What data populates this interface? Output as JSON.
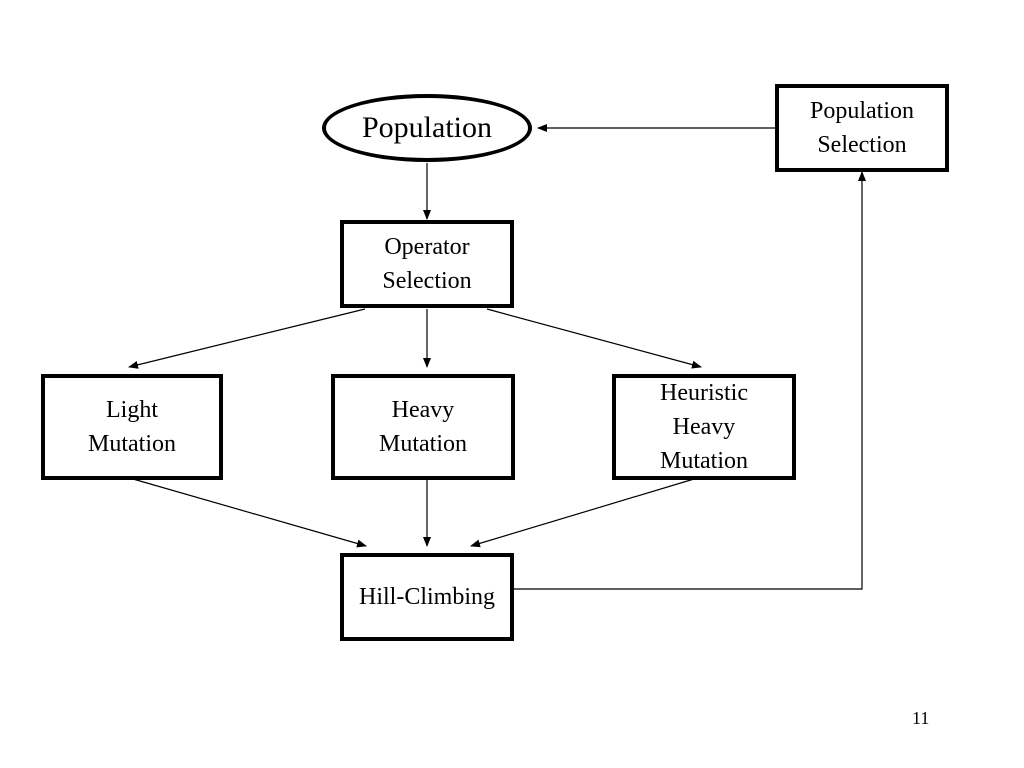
{
  "nodes": {
    "population": {
      "label": "Population"
    },
    "population_selection": {
      "lines": [
        "Population",
        "Selection"
      ]
    },
    "operator_selection": {
      "lines": [
        "Operator",
        "Selection"
      ]
    },
    "light_mutation": {
      "lines": [
        "Light",
        "Mutation"
      ]
    },
    "heavy_mutation": {
      "lines": [
        "Heavy",
        "Mutation"
      ]
    },
    "heuristic_heavy_mutation": {
      "lines": [
        "Heuristic",
        "Heavy",
        "Mutation"
      ]
    },
    "hill_climbing": {
      "label": "Hill-Climbing"
    }
  },
  "edges": [
    {
      "from": "population",
      "to": "operator_selection"
    },
    {
      "from": "operator_selection",
      "to": "light_mutation"
    },
    {
      "from": "operator_selection",
      "to": "heavy_mutation"
    },
    {
      "from": "operator_selection",
      "to": "heuristic_heavy_mutation"
    },
    {
      "from": "light_mutation",
      "to": "hill_climbing"
    },
    {
      "from": "heavy_mutation",
      "to": "hill_climbing"
    },
    {
      "from": "heuristic_heavy_mutation",
      "to": "hill_climbing"
    },
    {
      "from": "hill_climbing",
      "to": "population_selection"
    },
    {
      "from": "population_selection",
      "to": "population"
    }
  ],
  "page_number": "11"
}
